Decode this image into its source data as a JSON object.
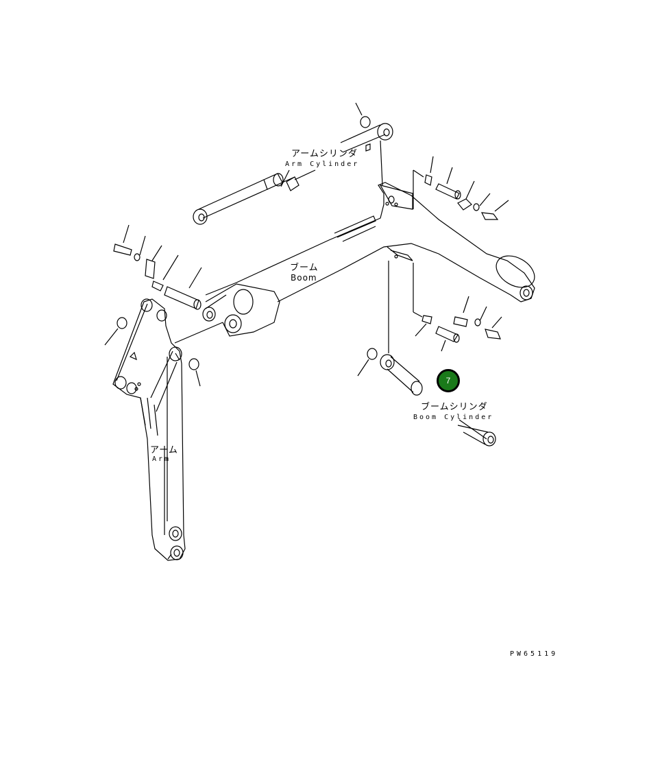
{
  "labels": {
    "arm_cylinder_jp": "アームシリンダ",
    "arm_cylinder_en": "Arm Cylinder",
    "boom_jp": "ブーム",
    "boom_en": "Boom",
    "boom_cylinder_jp": "ブームシリンダ",
    "boom_cylinder_en": "Boom Cylinder",
    "arm_jp": "アーム",
    "arm_en": "Arm"
  },
  "callout": {
    "number": "7",
    "color": "#1a7a1a"
  },
  "drawing_code": "PW65119",
  "colors": {
    "line": "#000000",
    "background": "#ffffff"
  }
}
